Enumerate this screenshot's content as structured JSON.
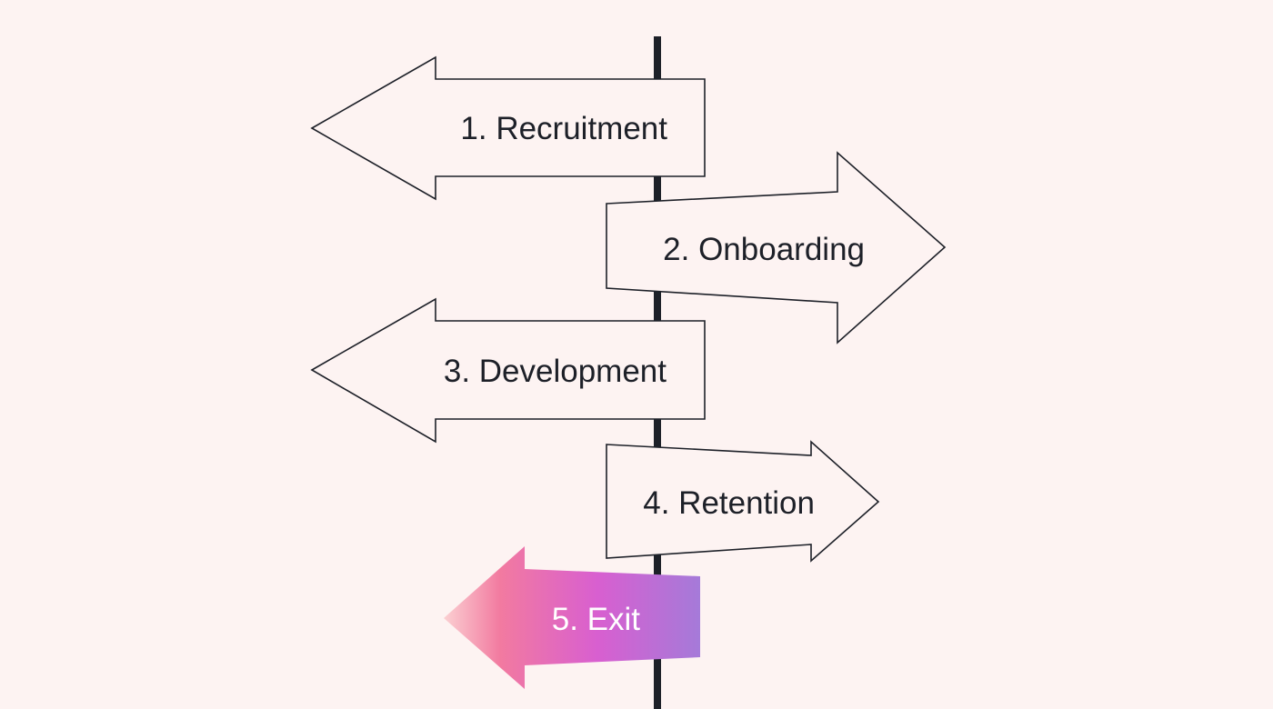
{
  "colors": {
    "background": "#fdf3f2",
    "outline": "#1d2028",
    "post": "#1d2028",
    "highlight_gradient": [
      "#f6b3bd",
      "#f27aa0",
      "#d85fd0",
      "#a57ad9"
    ],
    "highlight_text": "#ffffff"
  },
  "signs": [
    {
      "label": "1. Recruitment",
      "direction": "left",
      "highlighted": false
    },
    {
      "label": "2. Onboarding",
      "direction": "right",
      "highlighted": false
    },
    {
      "label": "3. Development",
      "direction": "left",
      "highlighted": false
    },
    {
      "label": "4. Retention",
      "direction": "right",
      "highlighted": false
    },
    {
      "label": "5. Exit",
      "direction": "left",
      "highlighted": true
    }
  ]
}
